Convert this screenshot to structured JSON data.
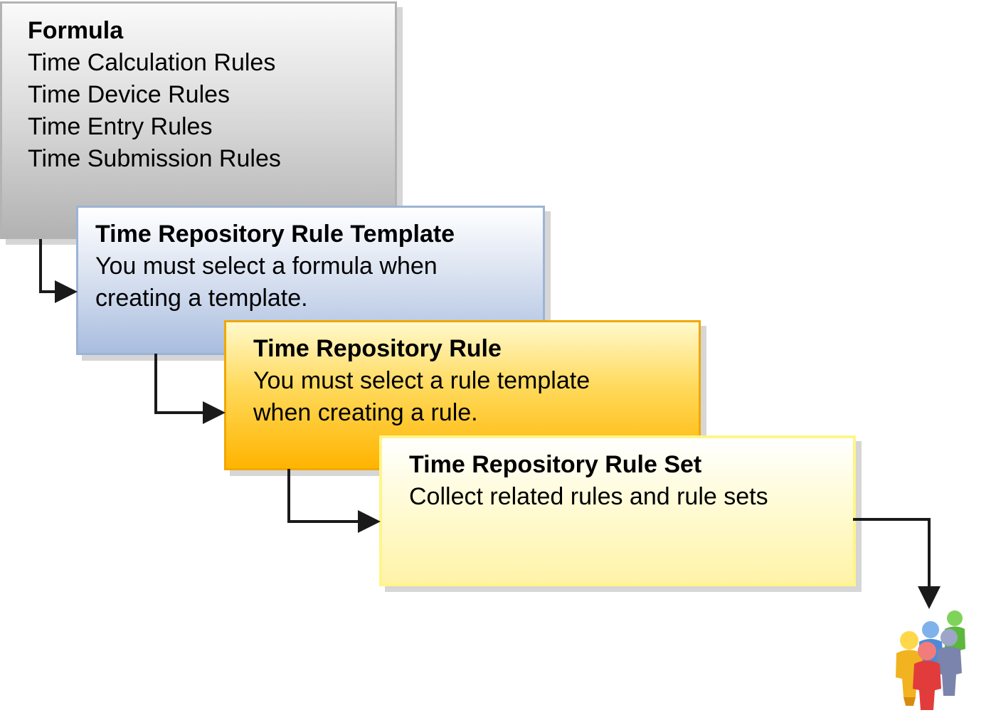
{
  "boxes": {
    "formula": {
      "title": "Formula",
      "lines": [
        "Time Calculation Rules",
        "Time Device Rules",
        "Time Entry Rules",
        "Time Submission Rules"
      ]
    },
    "template": {
      "title": "Time Repository Rule Template",
      "lines": [
        "You must select a formula when",
        "creating a template."
      ]
    },
    "rule": {
      "title": "Time Repository Rule",
      "lines": [
        "You must select a rule template",
        "when creating a rule."
      ]
    },
    "ruleset": {
      "title": "Time Repository Rule Set",
      "lines": [
        "Collect related rules and rule sets"
      ]
    }
  },
  "icons": {
    "people": "people-group-icon",
    "arrow": "arrow-icon"
  },
  "colors": {
    "formula": "#b2b2b2",
    "template": "#a9bddf",
    "rule": "#ffb400",
    "ruleset": "#fff3a8",
    "connector": "#1a1a1a"
  }
}
